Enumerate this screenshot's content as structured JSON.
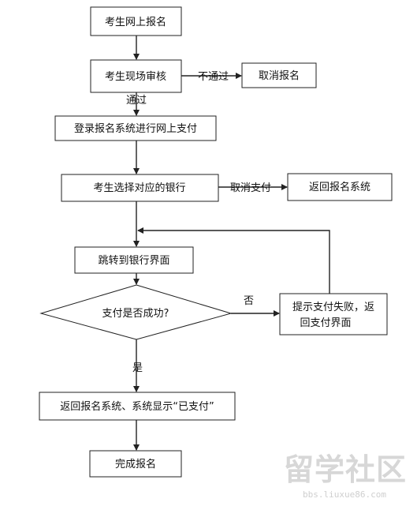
{
  "nodes": {
    "online_signup": "考生网上报名",
    "onsite_review": "考生现场审核",
    "cancel_signup": "取消报名",
    "login_pay": "登录报名系统进行网上支付",
    "choose_bank": "考生选择对应的银行",
    "return_system": "返回报名系统",
    "bank_page": "跳转到银行界面",
    "pay_success_q": "支付是否成功?",
    "pay_fail_line1": "提示支付失败，返",
    "pay_fail_line2": "回支付界面",
    "paid_line": "返回报名系统、系统显示“已支付”",
    "complete": "完成报名"
  },
  "edge_labels": {
    "not_pass": "不通过",
    "pass": "通过",
    "cancel_pay": "取消支付",
    "no": "否",
    "yes": "是"
  },
  "watermark": {
    "brand": "留学社区",
    "url": "bbs.liuxue86.com"
  }
}
